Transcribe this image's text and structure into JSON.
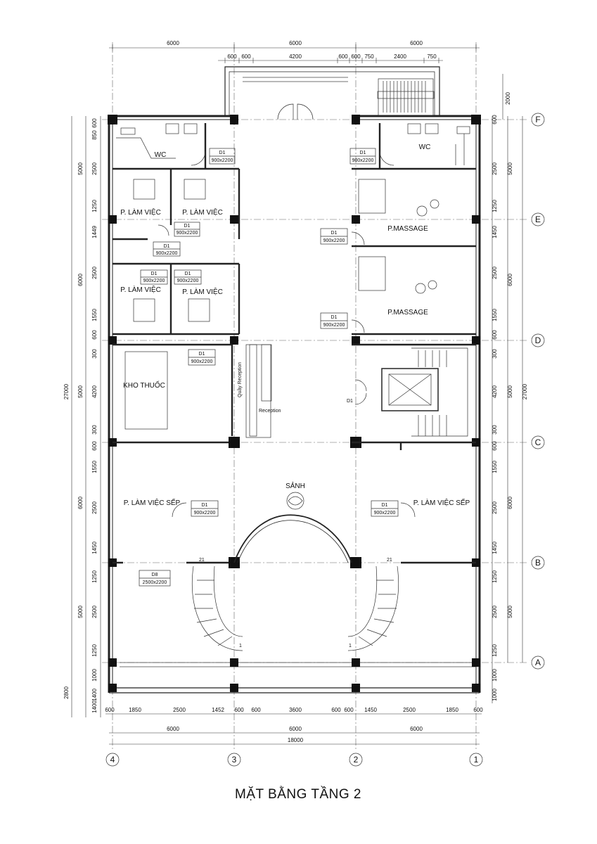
{
  "title": "MẶT BẰNG TẦNG 2",
  "grid_columns": [
    "4",
    "3",
    "2",
    "1"
  ],
  "grid_rows": [
    "F",
    "E",
    "D",
    "C",
    "B",
    "A"
  ],
  "dims": {
    "top_main": [
      "6000",
      "6000",
      "6000"
    ],
    "top_sub": [
      "600",
      "600",
      "4200",
      "600",
      "600",
      "750",
      "2400",
      "750"
    ],
    "top_right": "2000",
    "bottom_sub": [
      "600",
      "1850",
      "2500",
      "1452",
      "600",
      "600",
      "3600",
      "600",
      "600",
      "1450",
      "2500",
      "1850",
      "600"
    ],
    "bottom_main": [
      "6000",
      "6000",
      "6000"
    ],
    "bottom_total": "18000",
    "left_inner": [
      "600",
      "850",
      "2500",
      "1250",
      "1449",
      "2500",
      "1550",
      "600",
      "300",
      "4200",
      "300",
      "600",
      "1550",
      "2500",
      "1450",
      "1250",
      "2500",
      "1250",
      "1000",
      "1400",
      "1400"
    ],
    "left_mid": [
      "5000",
      "6000",
      "5000",
      "6000",
      "5000",
      "2800"
    ],
    "left_total": "27000",
    "right_inner": [
      "600",
      "2500",
      "1250",
      "1450",
      "2500",
      "1550",
      "600",
      "300",
      "4200",
      "300",
      "600",
      "1550",
      "2500",
      "1450",
      "1250",
      "2500",
      "1250",
      "1000",
      "1000"
    ],
    "right_mid": [
      "5000",
      "6000",
      "5000",
      "6000",
      "5000"
    ],
    "right_total": "27000"
  },
  "rooms": {
    "wc_left": "WC",
    "wc_right": "WC",
    "office_1": "P. LÀM VIỆC",
    "office_2": "P. LÀM VIỆC",
    "office_3": "P. LÀM VIỆC",
    "office_4": "P. LÀM VIỆC",
    "massage_1": "P.MASSAGE",
    "massage_2": "P.MASSAGE",
    "pharmacy": "KHO THUỐC",
    "boss_left": "P. LÀM VIỆC SẾP",
    "boss_right": "P. LÀM VIỆC SẾP",
    "lobby": "SẢNH",
    "reception": "Reception",
    "counter": "Quầy Reception"
  },
  "door_tags": [
    {
      "code": "D1",
      "size": "900x2200"
    },
    {
      "code": "D1",
      "size": "900x2200"
    },
    {
      "code": "D1",
      "size": "900x2200"
    },
    {
      "code": "D1",
      "size": "900x2200"
    },
    {
      "code": "D1",
      "size": "900x2200"
    },
    {
      "code": "D1",
      "size": "900x2200"
    },
    {
      "code": "D1",
      "size": "900x2200"
    },
    {
      "code": "D1",
      "size": "900x2200"
    },
    {
      "code": "D1",
      "size": "900x2200"
    },
    {
      "code": "D1",
      "size": "900x2200"
    },
    {
      "code": "D1",
      "size": "900x2200"
    },
    {
      "code": "D8",
      "size": "2500x2200"
    }
  ],
  "stair_marks": [
    "21",
    "21",
    "1",
    "1"
  ],
  "elev_door": "D1"
}
